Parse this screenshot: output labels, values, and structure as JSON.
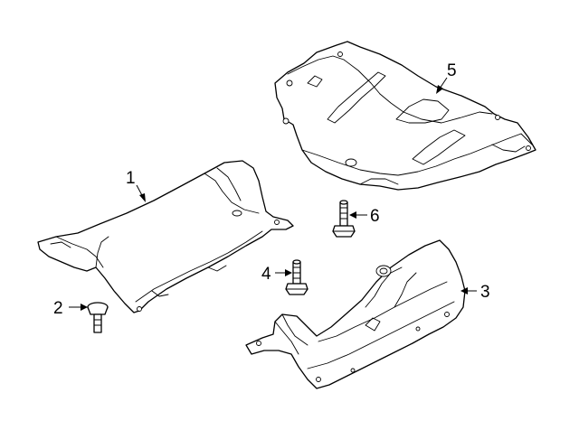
{
  "callouts": [
    {
      "number": "1"
    },
    {
      "number": "2"
    },
    {
      "number": "3"
    },
    {
      "number": "4"
    },
    {
      "number": "5"
    },
    {
      "number": "6"
    }
  ]
}
